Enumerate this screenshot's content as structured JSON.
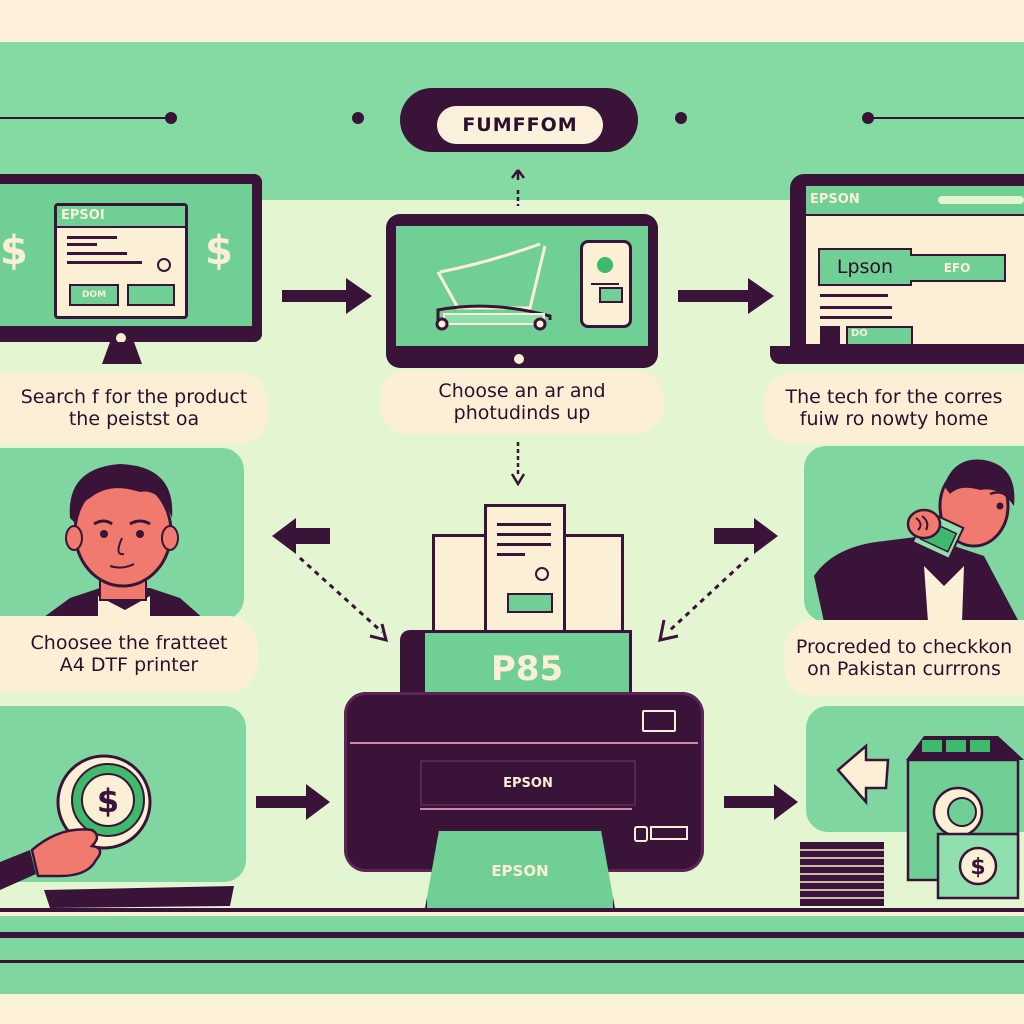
{
  "header": {
    "title": "FUMFFOM"
  },
  "steps": [
    {
      "id": "search",
      "caption_line1": "Search f for the product",
      "caption_line2": "the peistst oa",
      "screen_brand": "EPSOI",
      "screen_button": "DOM",
      "currency_icon": "dollar-sign"
    },
    {
      "id": "cart",
      "caption_line1": "Choose an ar and",
      "caption_line2": "photudinds up",
      "icons": [
        "shopping-cart",
        "smartphone"
      ]
    },
    {
      "id": "tech",
      "caption_line1": "The tech for the corres",
      "caption_line2": "fuiw ro nowty home",
      "screen_brand": "EPSON",
      "screen_tab_active": "Lpson",
      "screen_tab_other": "EFO",
      "screen_button": "DO"
    },
    {
      "id": "choose",
      "caption_line1": "Choosee the fratteet",
      "caption_line2": "A4 DTF printer",
      "illustration": "man-portrait"
    },
    {
      "id": "checkout",
      "caption_line1": "Procreded to checkkon",
      "caption_line2": "on Pakistan currrons",
      "illustration": "man-with-money"
    },
    {
      "id": "pay",
      "illustration": "hand-with-coin"
    },
    {
      "id": "receive",
      "illustration": "money-stack"
    }
  ],
  "printer": {
    "brand": "EPSON",
    "tray_brand": "EPSON",
    "screen_text": "P85"
  },
  "colors": {
    "green": "#7fd6a0",
    "dark_purple": "#3a1438",
    "cream": "#fbf0d6",
    "light_bg": "#e4f5d2"
  }
}
